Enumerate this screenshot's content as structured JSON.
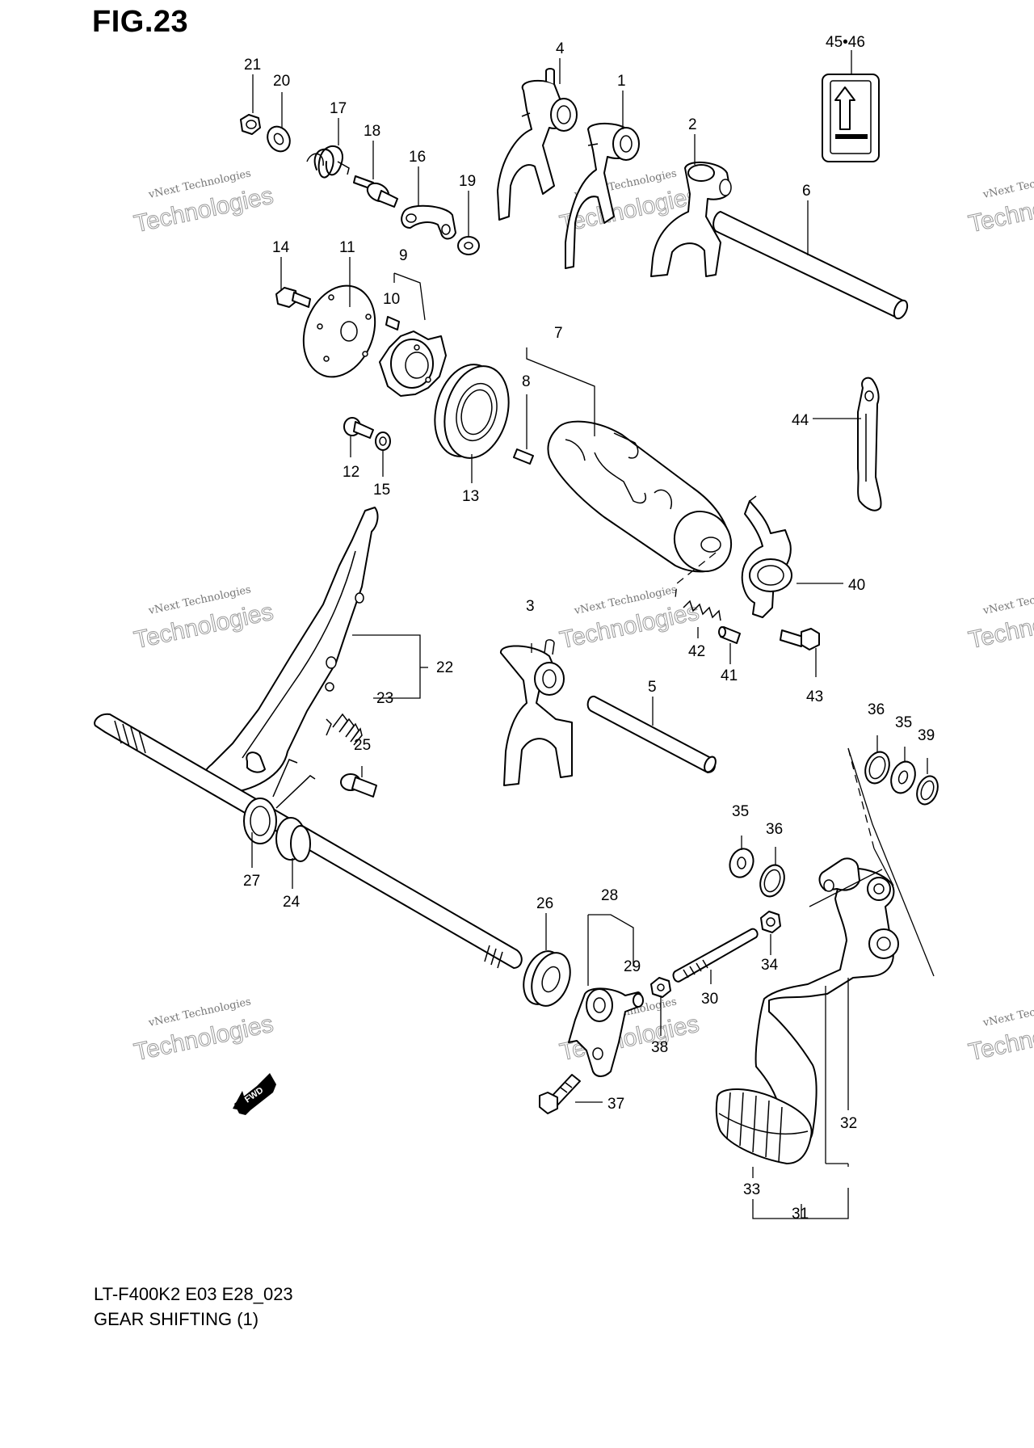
{
  "figure": {
    "title": "FIG.23",
    "model_code": "LT-F400K2 E03 E28_023",
    "section_name": "GEAR SHIFTING (1)"
  },
  "watermark": {
    "line1": "vNext Technologies",
    "line2": "Technologies"
  },
  "fwd_label": "FWD",
  "callouts": {
    "c1": "1",
    "c2": "2",
    "c3": "3",
    "c4": "4",
    "c5": "5",
    "c6": "6",
    "c7": "7",
    "c8": "8",
    "c9": "9",
    "c10": "10",
    "c11": "11",
    "c12": "12",
    "c13": "13",
    "c14": "14",
    "c15": "15",
    "c16": "16",
    "c17": "17",
    "c18": "18",
    "c19": "19",
    "c20": "20",
    "c21": "21",
    "c22": "22",
    "c23": "23",
    "c24": "24",
    "c25": "25",
    "c26": "26",
    "c27": "27",
    "c28": "28",
    "c29": "29",
    "c30": "30",
    "c31": "31",
    "c32": "32",
    "c33": "33",
    "c34": "34",
    "c35a": "35",
    "c35b": "35",
    "c36a": "36",
    "c36b": "36",
    "c37": "37",
    "c38": "38",
    "c39": "39",
    "c40": "40",
    "c41": "41",
    "c42": "42",
    "c43": "43",
    "c44": "44",
    "c4546": "45•46"
  }
}
